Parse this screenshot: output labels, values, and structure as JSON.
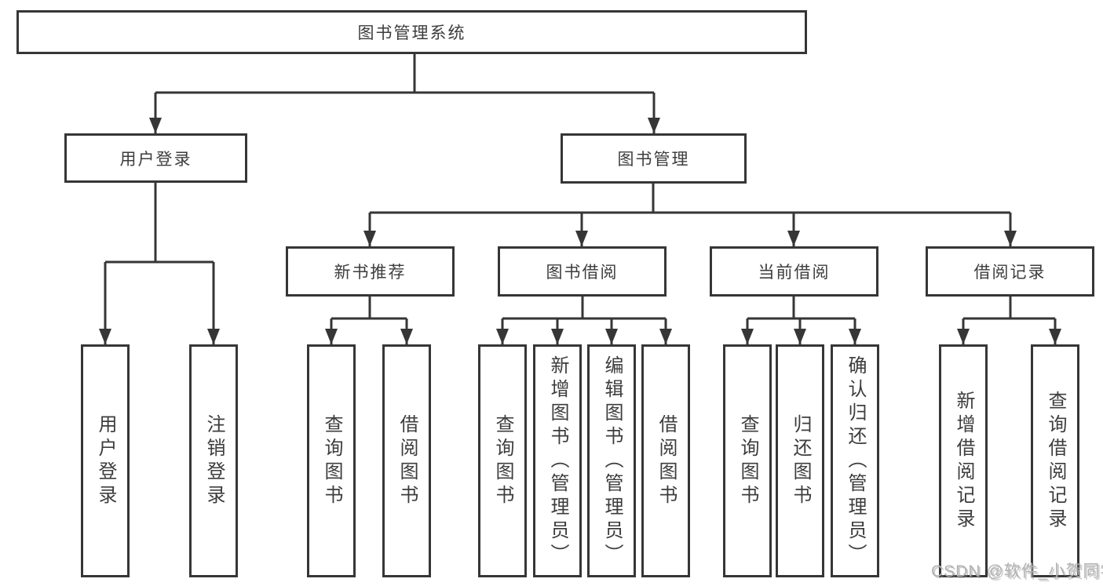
{
  "title": "图书管理系统",
  "watermark": "CSDN @软件_小贺同学",
  "colors": {
    "line": "#363636",
    "box_border": "#363636",
    "text": "#3d3d3d",
    "watermark": "#b2b2b2",
    "background": "#ffffff"
  },
  "tree": {
    "root": "图书管理系统",
    "level2": [
      {
        "label": "用户登录",
        "leaves": [
          "用户登录",
          "注销登录"
        ]
      },
      {
        "label": "图书管理",
        "groups": [
          {
            "label": "新书推荐",
            "leaves": [
              "查询图书",
              "借阅图书"
            ]
          },
          {
            "label": "图书借阅",
            "leaves": [
              "查询图书",
              "新增图书（管理员）",
              "编辑图书（管理员）",
              "借阅图书"
            ]
          },
          {
            "label": "当前借阅",
            "leaves": [
              "查询图书",
              "归还图书",
              "确认归还（管理员）"
            ]
          },
          {
            "label": "借阅记录",
            "leaves": [
              "新增借阅记录",
              "查询借阅记录"
            ]
          }
        ]
      }
    ]
  }
}
